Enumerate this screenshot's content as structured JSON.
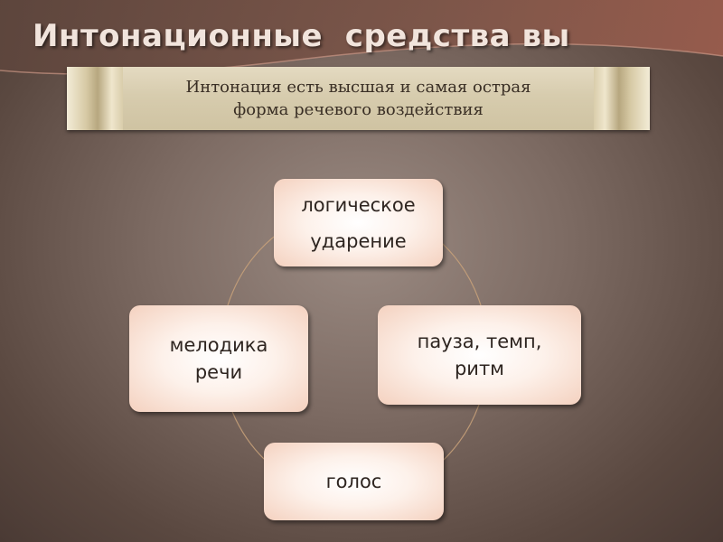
{
  "slide": {
    "title": "Интонационные  средства вы",
    "banner": {
      "lines": [
        "Интонация есть высшая и самая острая",
        "форма речевого воздействия"
      ]
    }
  },
  "diagram": {
    "type": "cycle",
    "nodes": [
      {
        "id": "top",
        "lines": [
          "логическое",
          "ударение"
        ]
      },
      {
        "id": "right",
        "lines": [
          "пауза, темп,",
          "ритм"
        ]
      },
      {
        "id": "bottom",
        "lines": [
          "голос"
        ]
      },
      {
        "id": "left",
        "lines": [
          "мелодика",
          "речи"
        ]
      }
    ]
  },
  "colors": {
    "background": "#7d6b63",
    "title_text": "#f1e4dc",
    "node_fill": "#fdf1ea",
    "connector": "#c9a27a"
  }
}
